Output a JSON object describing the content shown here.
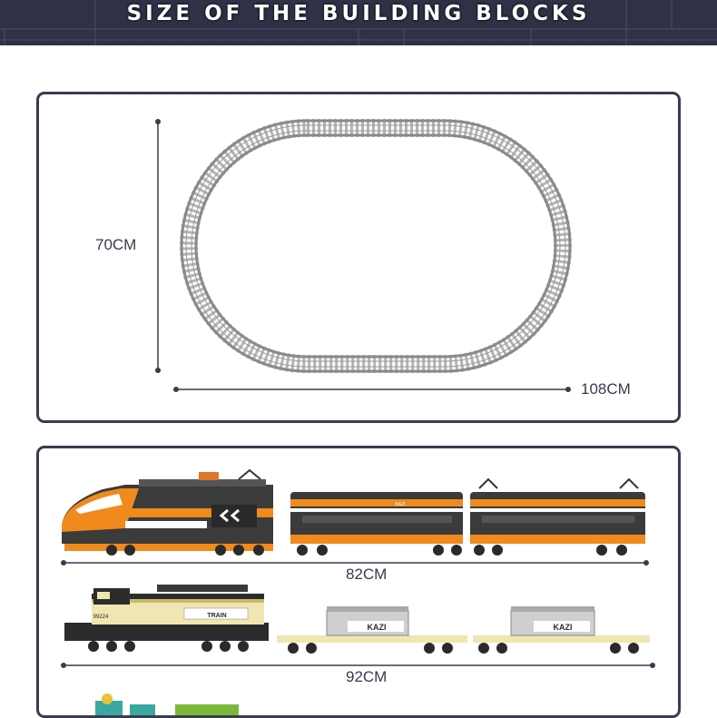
{
  "header": {
    "title": "SIZE OF THE BUILDING BLOCKS"
  },
  "track_panel": {
    "height_label": "70CM",
    "width_label": "108CM"
  },
  "trains_panel": {
    "train1": {
      "length_label": "82CM",
      "car_text": "KAZI"
    },
    "train2": {
      "length_label": "92CM",
      "loco_text": "TRAIN",
      "loco_number": "99224",
      "container_text": "KAZI"
    }
  },
  "colors": {
    "banner": "#2f3247",
    "panel_border": "#3a3b4e",
    "track_rail": "#8a8a8a",
    "track_sleeper": "#b5b5b5",
    "train1_orange": "#f08a1c",
    "train1_dark": "#3b3b3b",
    "train2_cream": "#efe6b2",
    "train2_dark": "#2c2c2c"
  }
}
